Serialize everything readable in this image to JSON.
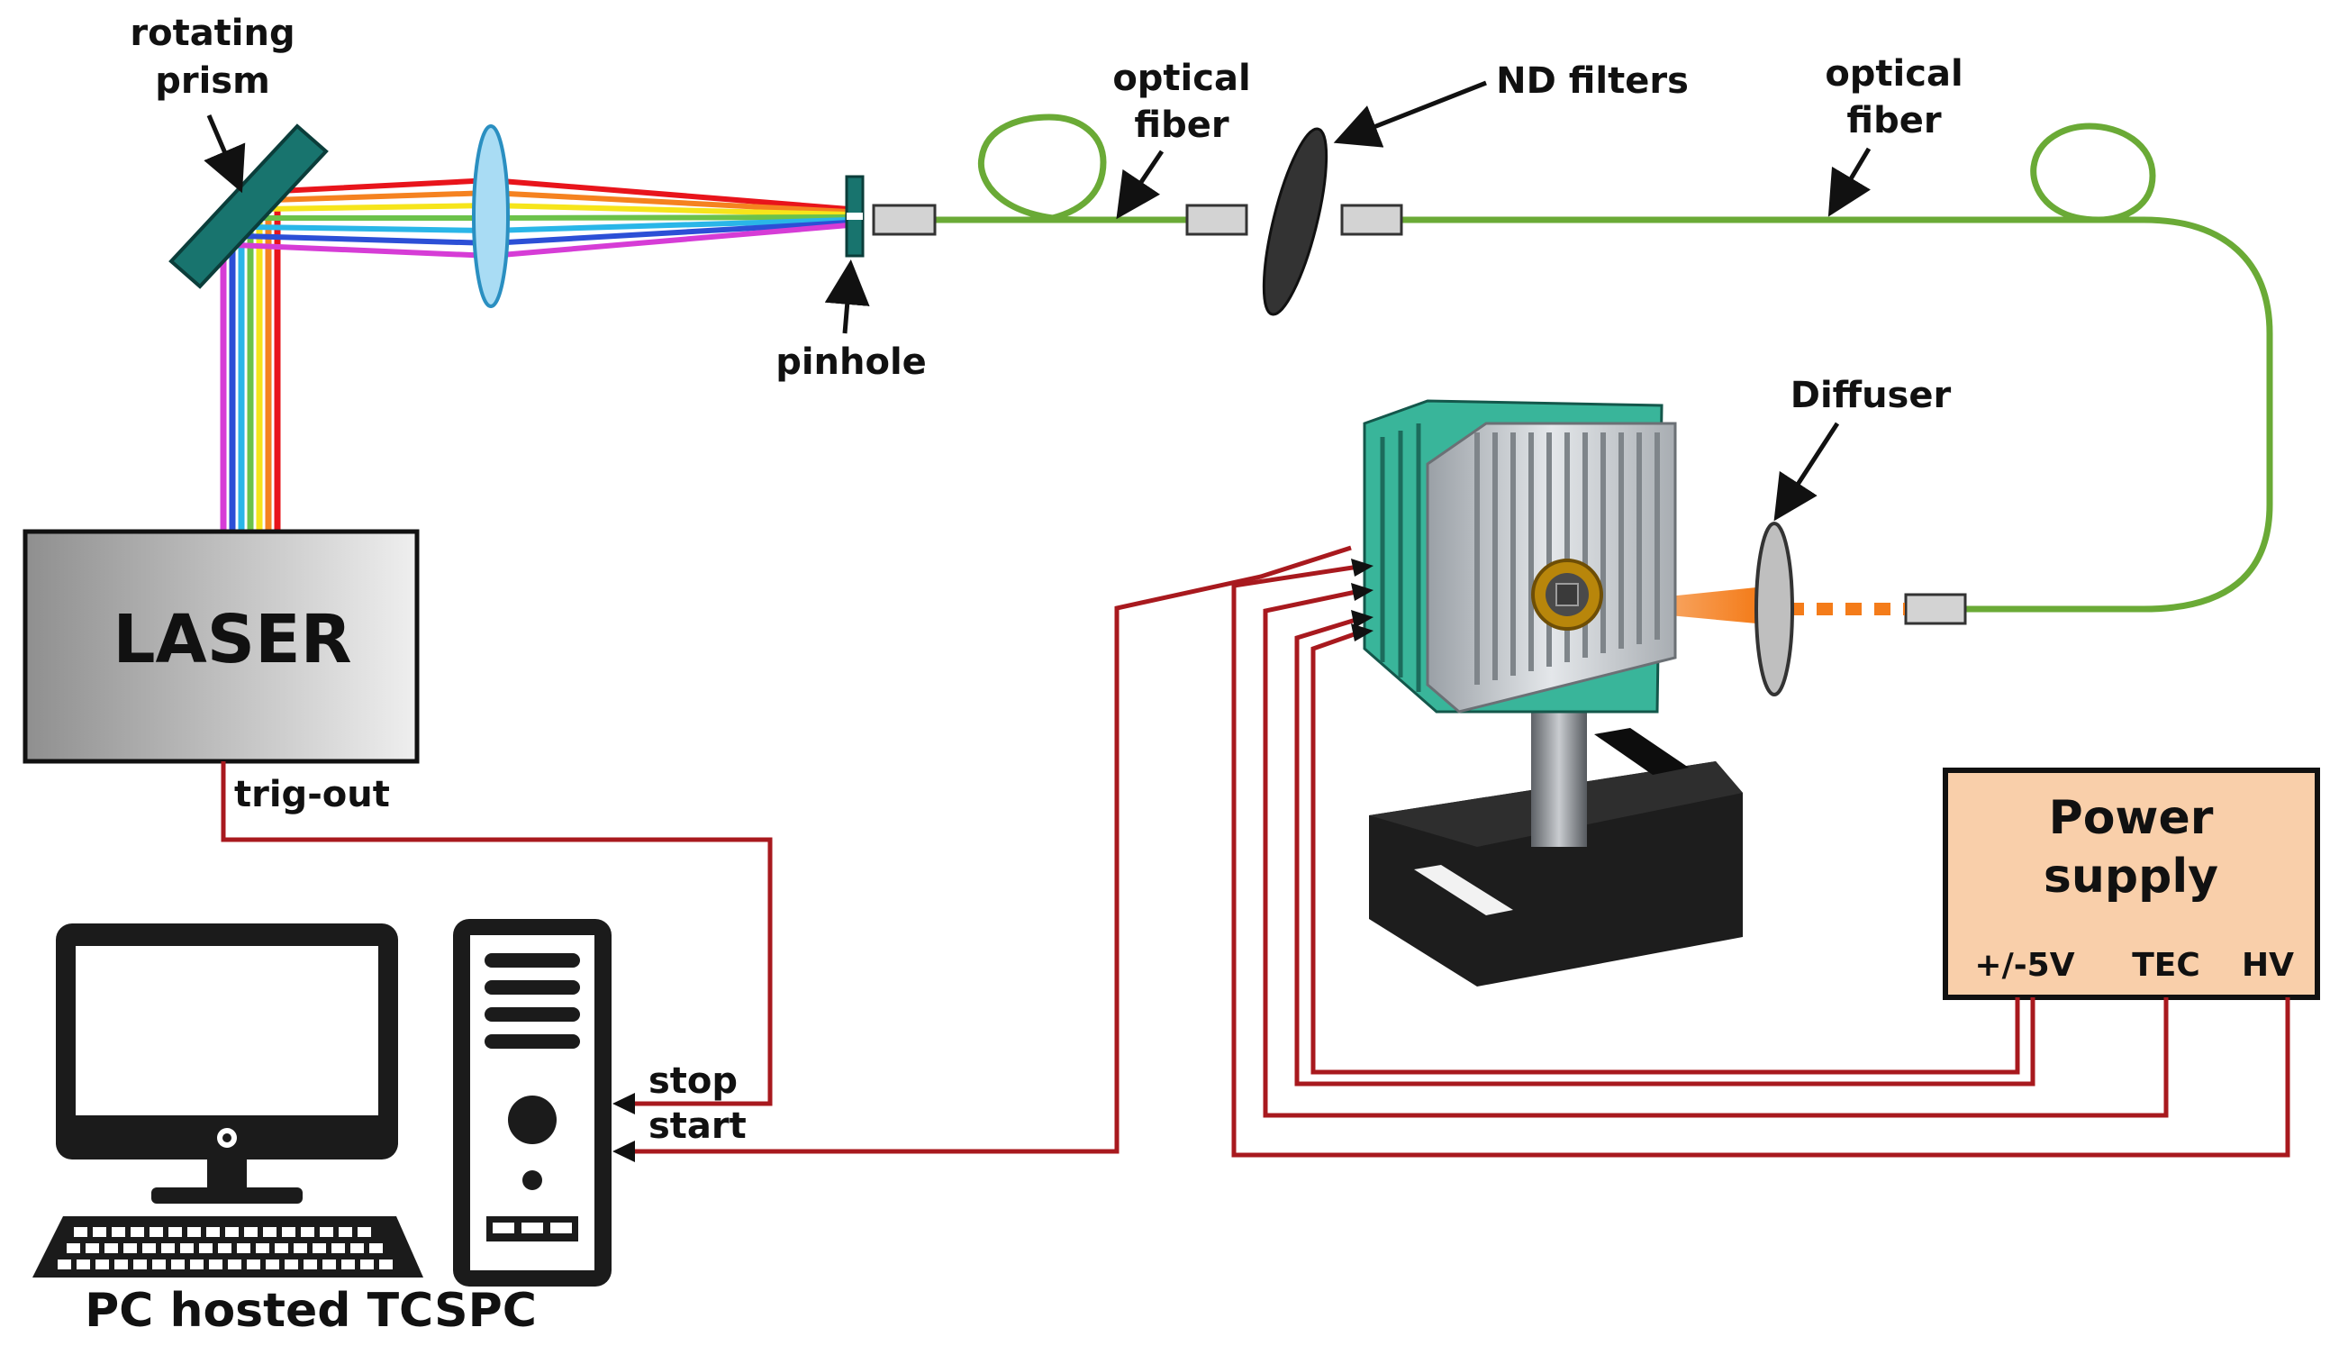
{
  "labels": {
    "rotating_prism": [
      "rotating",
      "prism"
    ],
    "pinhole": "pinhole",
    "optical_fiber_1": [
      "optical",
      "fiber"
    ],
    "nd_filters": "ND filters",
    "optical_fiber_2": [
      "optical",
      "fiber"
    ],
    "diffuser": "Diffuser",
    "laser": "LASER",
    "trig_out": "trig-out",
    "stop": "stop",
    "start": "start",
    "pc_caption": "PC hosted TCSPC",
    "power_supply": [
      "Power",
      "supply"
    ],
    "ps_terminals": [
      "+/-5V",
      "TEC",
      "HV"
    ]
  },
  "colors": {
    "fiber": "#6aaa36",
    "cable": "#a8191e",
    "prism": "#18746e",
    "lens": "#a9dcf4",
    "laser_box_dark": "#8f8f8f",
    "laser_box_light": "#efefef",
    "power_supply_fill": "#f9cfaa",
    "heatsink": "#c8ccd0",
    "green_plate": "#39b59a",
    "beam_orange": "#f47c1a",
    "rainbow": [
      "#e8141b",
      "#f58220",
      "#f6e51b",
      "#6cc24a",
      "#2ab6e8",
      "#2c4fd6",
      "#d63cd6"
    ]
  },
  "icons": [
    "monitor-icon",
    "keyboard-icon",
    "pc-tower-icon",
    "detector-module-icon"
  ]
}
